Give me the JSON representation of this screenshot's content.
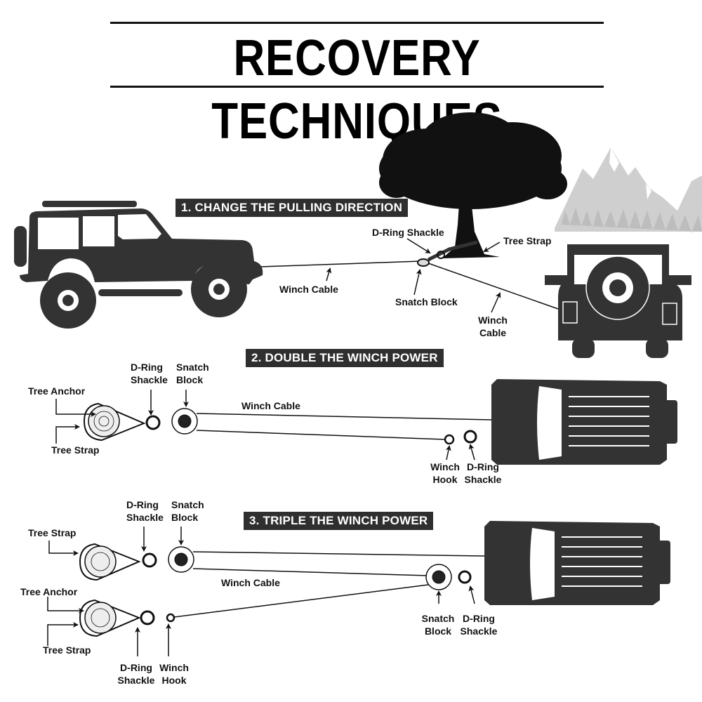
{
  "title": "RECOVERY TECHNIQUES",
  "colors": {
    "vehicle": "#333333",
    "banner": "#2f2f2f",
    "mountains": "#c9c9c9",
    "text": "#111111"
  },
  "sections": [
    {
      "heading": "1. CHANGE THE PULLING DIRECTION",
      "labels": {
        "d_ring_shackle": "D-Ring Shackle",
        "tree_strap": "Tree Strap",
        "winch_cable_1": "Winch Cable",
        "snatch_block": "Snatch Block",
        "winch_cable_2a": "Winch",
        "winch_cable_2b": "Cable"
      }
    },
    {
      "heading": "2. DOUBLE THE WINCH POWER",
      "labels": {
        "tree_anchor": "Tree Anchor",
        "tree_strap": "Tree Strap",
        "d_ring_a": "D-Ring",
        "d_ring_b": "Shackle",
        "snatch_a": "Snatch",
        "snatch_b": "Block",
        "winch_cable": "Winch Cable",
        "winch_hook_a": "Winch",
        "winch_hook_b": "Hook",
        "d_ring2_a": "D-Ring",
        "d_ring2_b": "Shackle"
      }
    },
    {
      "heading": "3. TRIPLE THE WINCH POWER",
      "labels": {
        "tree_strap_top": "Tree Strap",
        "d_ring_a": "D-Ring",
        "d_ring_b": "Shackle",
        "snatch_a": "Snatch",
        "snatch_b": "Block",
        "winch_cable": "Winch Cable",
        "tree_anchor": "Tree Anchor",
        "tree_strap_bottom": "Tree Strap",
        "d_ring_bottom_a": "D-Ring",
        "d_ring_bottom_b": "Shackle",
        "winch_hook_a": "Winch",
        "winch_hook_b": "Hook",
        "snatch_right_a": "Snatch",
        "snatch_right_b": "Block",
        "d_ring_right_a": "D-Ring",
        "d_ring_right_b": "Shackle"
      }
    }
  ]
}
